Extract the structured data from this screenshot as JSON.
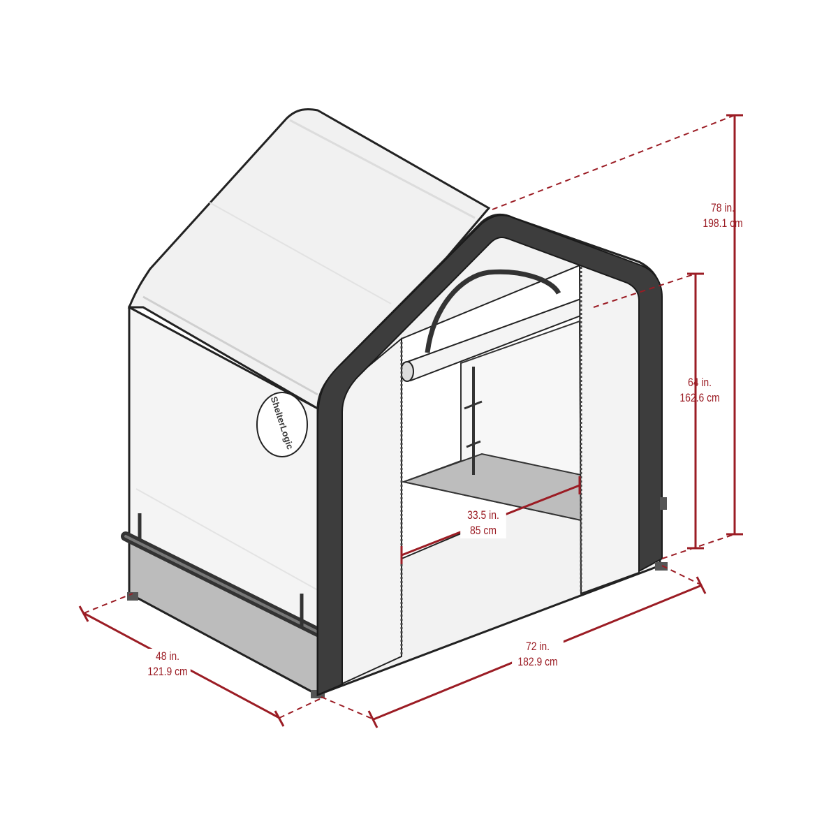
{
  "brand": {
    "logo_text": "ShelterLogic"
  },
  "dimensions": {
    "height": {
      "imperial": "78 in.",
      "metric": "198.1 cm"
    },
    "door_height": {
      "imperial": "64 in.",
      "metric": "162.6 cm"
    },
    "door_width": {
      "imperial": "33.5 in.",
      "metric": "85 cm"
    },
    "width": {
      "imperial": "72 in.",
      "metric": "182.9 cm"
    },
    "depth": {
      "imperial": "48 in.",
      "metric": "121.9 cm"
    }
  },
  "colors": {
    "dimension": "#9b1c24",
    "frame": "#3d3d3d",
    "cover": "#f2f2f2",
    "base_panel": "#b9b9b9"
  }
}
